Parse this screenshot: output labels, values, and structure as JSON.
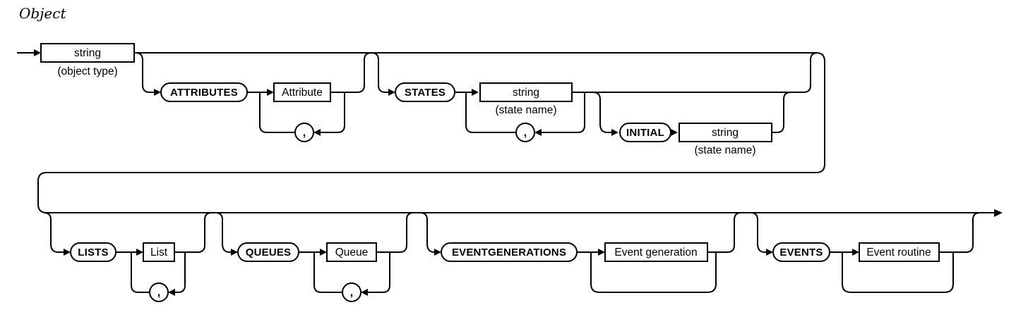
{
  "title": "Object",
  "diagram": {
    "start": {
      "label": "string",
      "caption": "(object type)"
    },
    "attributes": {
      "keyword": "ATTRIBUTES",
      "operand": "Attribute",
      "separator": ","
    },
    "states": {
      "keyword": "STATES",
      "operand": "string",
      "caption": "(state name)",
      "separator": ","
    },
    "initial": {
      "keyword": "INITIAL",
      "operand": "string",
      "caption": "(state name)"
    },
    "lists": {
      "keyword": "LISTS",
      "operand": "List",
      "separator": ","
    },
    "queues": {
      "keyword": "QUEUES",
      "operand": "Queue",
      "separator": ","
    },
    "eventgenerations": {
      "keyword": "EVENTGENERATIONS",
      "operand": "Event generation"
    },
    "events": {
      "keyword": "EVENTS",
      "operand": "Event routine"
    }
  },
  "colors": {
    "line": "#000000",
    "node_fill": "#ffffff",
    "text": "#000000",
    "background": "#ffffff"
  }
}
